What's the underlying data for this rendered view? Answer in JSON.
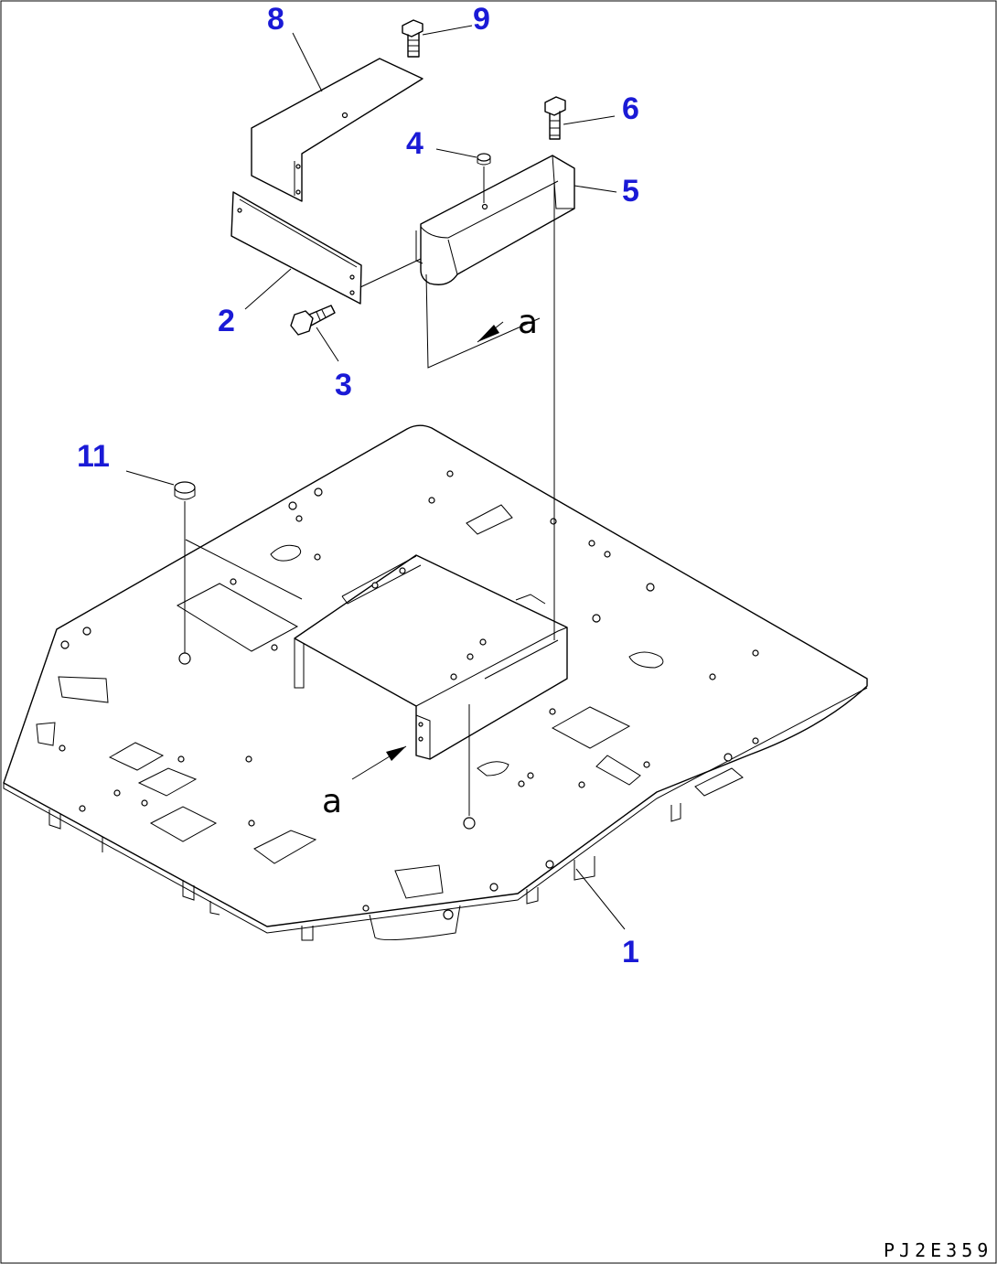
{
  "drawing": {
    "code": "PJ2E359",
    "view_label": "a",
    "callouts": {
      "c1": "1",
      "c2": "2",
      "c3": "3",
      "c4": "4",
      "c5": "5",
      "c6": "6",
      "c8": "8",
      "c9": "9",
      "c11": "11"
    },
    "colors": {
      "callout": "#1a1ad6",
      "line": "#000000",
      "background": "#ffffff"
    }
  }
}
